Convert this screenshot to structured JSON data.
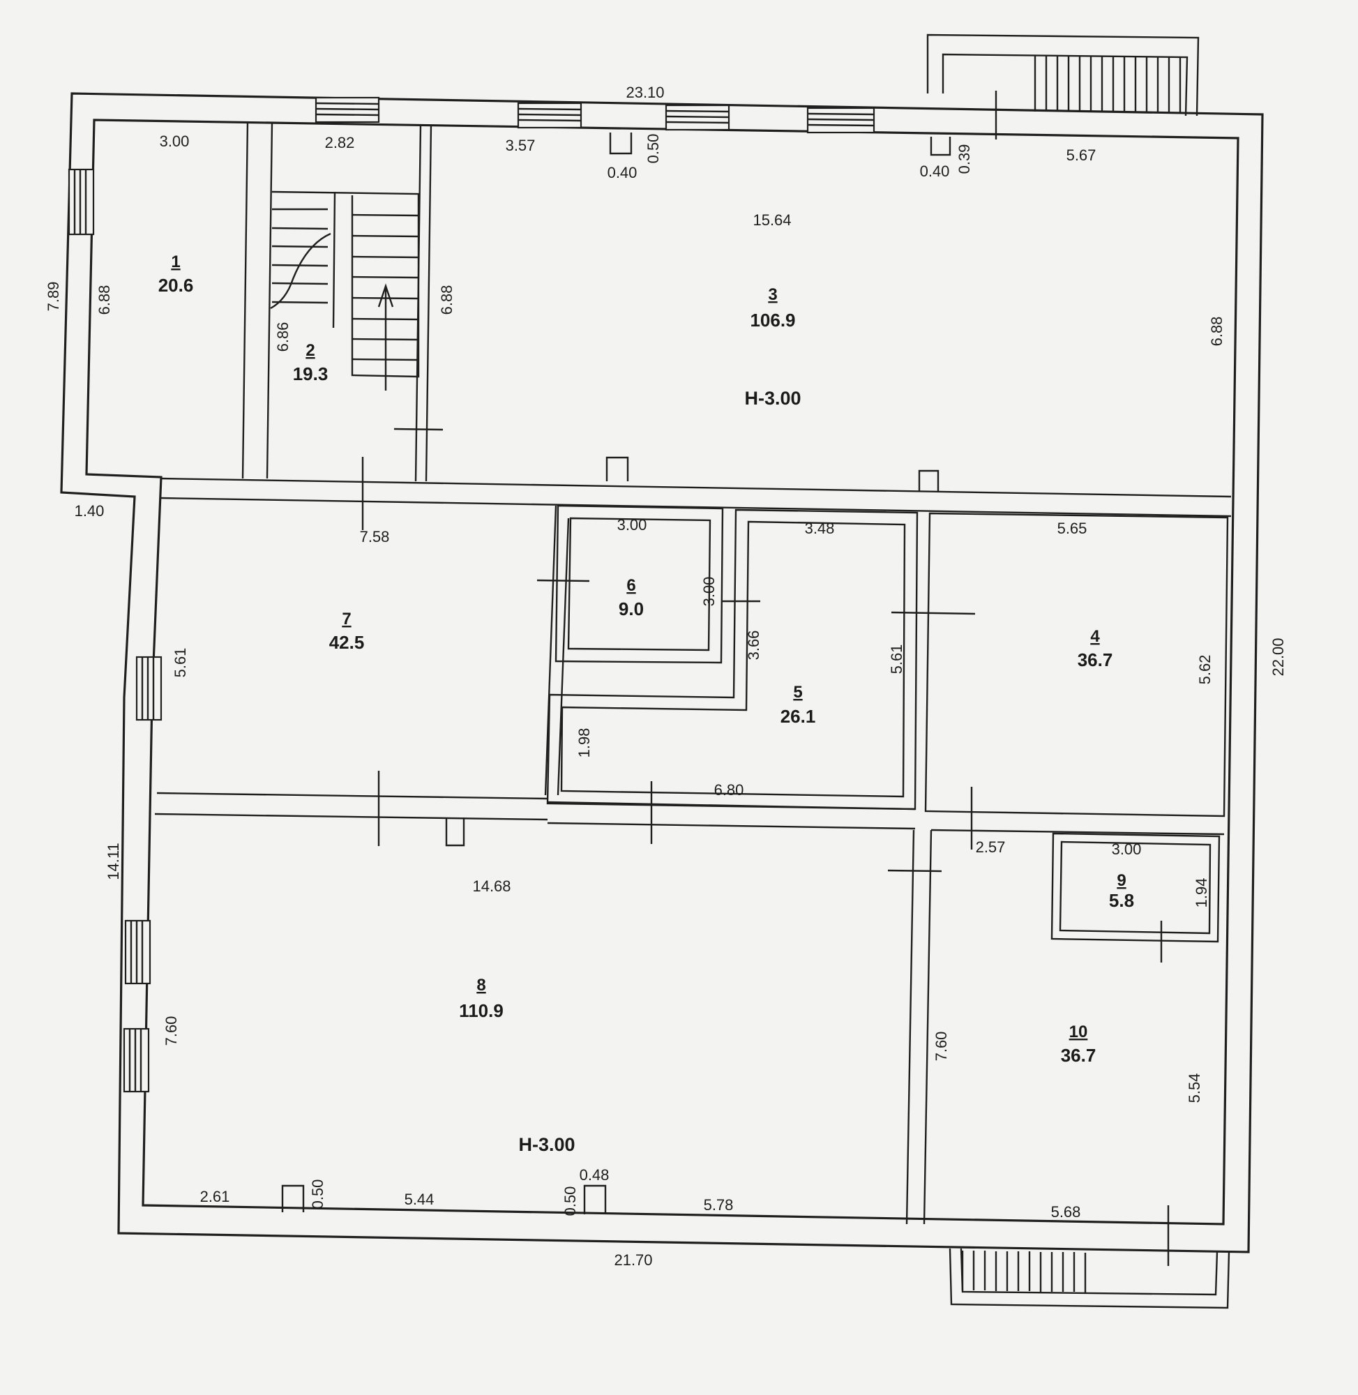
{
  "rooms": [
    {
      "number": "1",
      "area": "20.6"
    },
    {
      "number": "2",
      "area": "19.3"
    },
    {
      "number": "3",
      "area": "106.9"
    },
    {
      "number": "4",
      "area": "36.7"
    },
    {
      "number": "5",
      "area": "26.1"
    },
    {
      "number": "6",
      "area": "9.0"
    },
    {
      "number": "7",
      "area": "42.5"
    },
    {
      "number": "8",
      "area": "110.9"
    },
    {
      "number": "9",
      "area": "5.8"
    },
    {
      "number": "10",
      "area": "36.7"
    }
  ],
  "heights": {
    "upper": "H-3.00",
    "lower": "H-3.00"
  },
  "dimensions": {
    "top_overall": "23.10",
    "bottom_overall": "21.70",
    "right_overall": "22.00",
    "left_lower": "14.11",
    "left_upper": "7.89",
    "step_left": "1.40",
    "r1_width": "3.00",
    "r1_height": "6.88",
    "r2_width": "2.82",
    "r2_height_left": "6.86",
    "r2_height_right": "6.88",
    "r3_top_a": "3.57",
    "r3_pier_w": "0.40",
    "r3_pier_d": "0.50",
    "r3_pier2_w": "0.40",
    "r3_pier2_d": "0.39",
    "r3_top_b": "5.67",
    "r3_width": "15.64",
    "r3_height": "6.88",
    "r7_width": "7.58",
    "r7_height": "5.61",
    "r6_width": "3.00",
    "r6_height": "3.00",
    "r5_width": "3.48",
    "r5_right_a": "3.66",
    "r5_left": "1.98",
    "r5_bottom": "6.80",
    "r5_right_b": "5.61",
    "r4_width": "5.65",
    "r4_height": "5.62",
    "r8_width": "14.68",
    "r8_height": "7.60",
    "r8_bot_a": "2.61",
    "r8_bot_pier1_d": "0.50",
    "r8_bot_b": "5.44",
    "r8_bot_pier2_d": "0.50",
    "r8_bot_pier2_w": "0.48",
    "r8_bot_c": "5.78",
    "r10_door": "2.57",
    "r9_width": "3.00",
    "r9_height": "1.94",
    "r10_height_left": "7.60",
    "r10_height_right": "5.54",
    "r10_width": "5.68"
  }
}
